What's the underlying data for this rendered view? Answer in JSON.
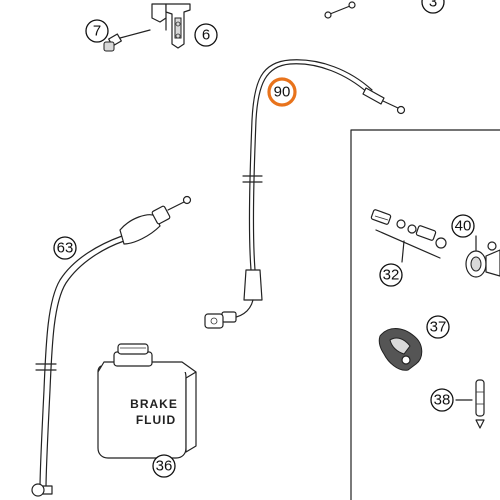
{
  "callouts": {
    "c3": "3",
    "c6": "6",
    "c7": "7",
    "c90": "90",
    "c63": "63",
    "c36": "36",
    "c40": "40",
    "c32": "32",
    "c37": "37",
    "c38": "38"
  },
  "bottle_label": {
    "line1": "BRAKE",
    "line2": "FLUID"
  },
  "colors": {
    "highlight": "#e8731c",
    "ink": "#222222"
  }
}
